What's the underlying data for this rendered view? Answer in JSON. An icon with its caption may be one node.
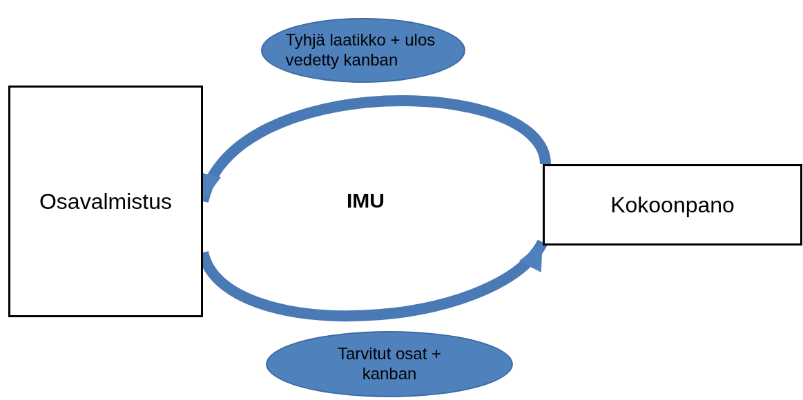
{
  "diagram": {
    "nodes": [
      {
        "text": [
          "Osavalmistus"
        ]
      },
      {
        "text": [
          "Kokoonpano"
        ]
      },
      {
        "text": [
          "Tyhjä laatikko + ulos vedetty kanban"
        ]
      },
      {
        "text": [
          "Tarvitut osat + kanban"
        ]
      }
    ],
    "edges": [
      {
        "from": 1,
        "to": 0,
        "arrow": "to"
      },
      {
        "from": 0,
        "to": 1,
        "arrow": "to"
      }
    ],
    "labels": [
      "IMU"
    ]
  }
}
